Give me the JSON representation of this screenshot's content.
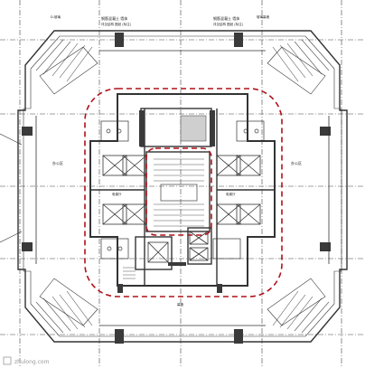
{
  "diagram": {
    "type": "architectural-floor-plan",
    "colors": {
      "wall": "#333333",
      "thin_line": "#555555",
      "grid_line": "#444444",
      "fill_dark": "#3a3a3a",
      "core_boundary": "#b0111a",
      "background": "#ffffff",
      "watermark": "#999999"
    },
    "top_labels": {
      "center_left": "钢筋混凝土 墙体",
      "center_left_sub": "详见结构 图纸 (标注)",
      "center_right": "钢筋混凝土 墙体",
      "center_right_sub": "详见结构 图纸 (标注)",
      "far_left": "D-玻璃",
      "far_right": "玻璃幕墙"
    },
    "room_labels": {
      "office_west": "办公区",
      "office_east": "办公区",
      "lobby_upper": "电梯厅",
      "lobby_lower": "电梯厅",
      "bottom_note": "幕墙"
    },
    "watermark": "zhulong.com"
  }
}
